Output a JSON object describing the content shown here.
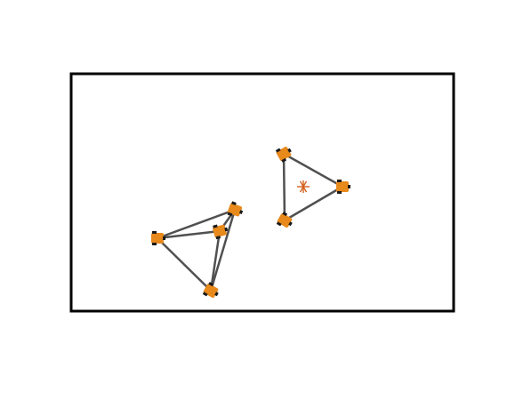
{
  "colors": {
    "background": "#ffffff",
    "frame": "#000000",
    "edge": "#505050",
    "robot_body": "#e8891c",
    "robot_wheel": "#1a1a1a",
    "target": "#d2601a"
  },
  "icons": {
    "robot": "robot-icon",
    "target": "asterisk-icon"
  },
  "groups": [
    {
      "id": "group-left",
      "robot_count": 4,
      "edge_count": 6
    },
    {
      "id": "group-right",
      "robot_count": 3,
      "edge_count": 3,
      "has_target": true
    }
  ]
}
